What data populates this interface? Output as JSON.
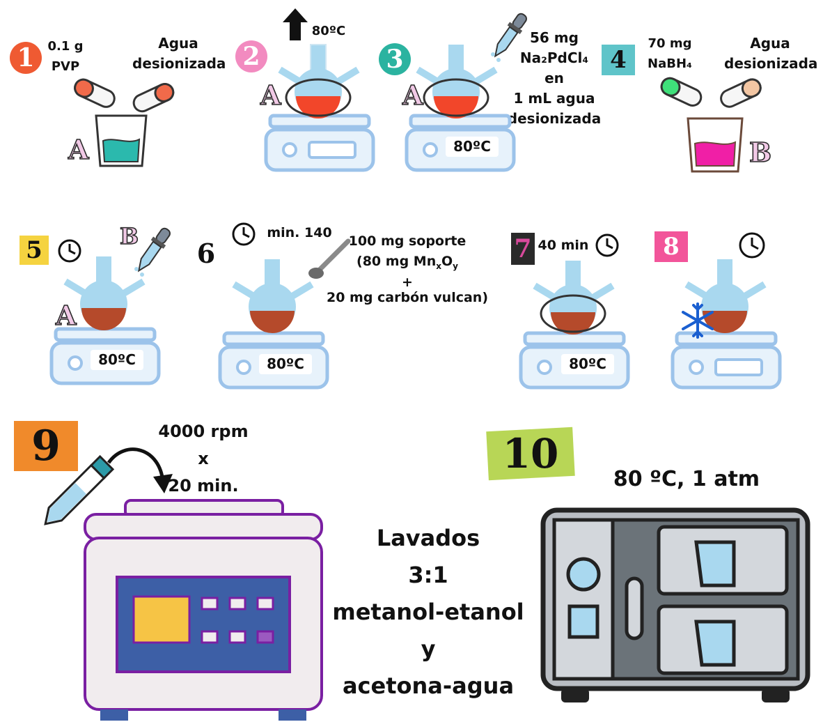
{
  "colors": {
    "flask_blue": "#a9d8ef",
    "liquid_red": "#f2462a",
    "liquid_brown": "#b54a2b",
    "liquid_teal": "#2bb9ad",
    "liquid_magenta": "#f01fa6",
    "plate_blue": "#e7f2fb",
    "plate_stroke": "#9cc3ea",
    "centrifuge_purple": "#7a1fa2",
    "panel_blue": "#3d5fa6",
    "screen_yellow": "#f6c445"
  },
  "steps": [
    {
      "badge": "1",
      "badge_color": "#ef5a32",
      "labels": [
        "0.1 g",
        "PVP"
      ],
      "labels2": [
        "Agua",
        "desionizada"
      ],
      "vessel": "A"
    },
    {
      "badge": "2",
      "badge_color": "#f28bc0",
      "temp": "80ºC",
      "vessel": "A"
    },
    {
      "badge": "3",
      "badge_color": "#2bb3a0",
      "reagent": [
        "56 mg",
        "Na₂PdCl₄",
        "en",
        "1 mL agua",
        "desionizada"
      ],
      "temp": "80ºC",
      "vessel": "A"
    },
    {
      "badge": "4",
      "badge_color": "#5fc4c9",
      "labels": [
        "70 mg",
        "NaBH₄"
      ],
      "labels2": [
        "Agua",
        "desionizada"
      ],
      "vessel": "B"
    },
    {
      "badge": "5",
      "badge_color": "#f5d340",
      "temp": "80ºC",
      "vessel": "A",
      "dropper": "B"
    },
    {
      "badge": "6",
      "badge_color": "#ffffff",
      "time": "min. 140",
      "support": [
        "100 mg soporte",
        "(80 mg  Mn",
        "x",
        "O",
        "y",
        "+",
        "20 mg carbón vulcan)"
      ],
      "temp": "80ºC"
    },
    {
      "badge": "7",
      "badge_color": "#d84a9c",
      "time": "40 min",
      "temp": "80ºC"
    },
    {
      "badge": "8",
      "badge_color": "#f2559a"
    },
    {
      "badge": "9",
      "badge_color": "#f08a2b",
      "centrifuge": [
        "4000 rpm",
        "x",
        "20 min."
      ]
    },
    {
      "badge": "10",
      "badge_color": "#b8d656",
      "oven": "80 ºC, 1 atm"
    }
  ],
  "washes": [
    "Lavados",
    "3:1",
    "metanol-etanol",
    "y",
    "acetona-agua"
  ]
}
